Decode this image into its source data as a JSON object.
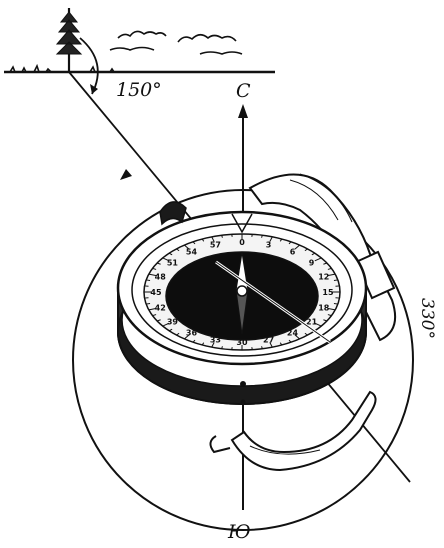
{
  "labels": {
    "north": "С",
    "south": "Ю",
    "angle_top": "150°",
    "angle_side": "330°"
  },
  "dial": {
    "numbers": [
      "0",
      "3",
      "6",
      "9",
      "12",
      "15",
      "18",
      "21",
      "24",
      "27",
      "30",
      "33",
      "36",
      "39",
      "42",
      "45",
      "48",
      "51",
      "54",
      "57"
    ]
  }
}
